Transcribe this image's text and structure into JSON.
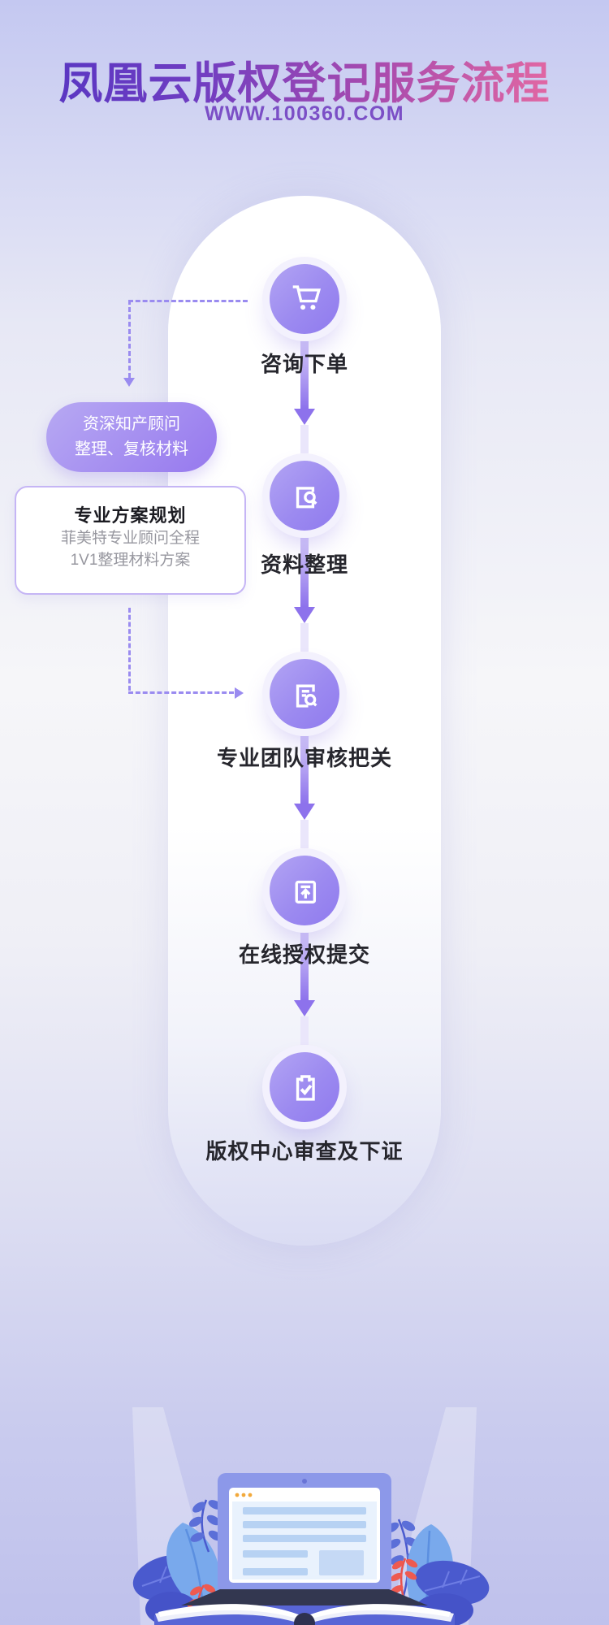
{
  "header": {
    "title": "凤凰云版权登记服务流程",
    "website": "WWW.100360.COM"
  },
  "steps": [
    {
      "label": "咨询下单",
      "icon": "cart-icon"
    },
    {
      "label": "资料整理",
      "icon": "document-search-icon"
    },
    {
      "label": "专业团队审核把关",
      "icon": "document-review-icon"
    },
    {
      "label": "在线授权提交",
      "icon": "upload-icon"
    },
    {
      "label": "版权中心审查及下证",
      "icon": "clipboard-check-icon"
    }
  ],
  "callout": {
    "badge": {
      "line1": "资深知产顾问",
      "line2": "整理、复核材料"
    },
    "card": {
      "title": "专业方案规划",
      "line1": "菲美特专业顾问全程",
      "line2": "1V1整理材料方案"
    }
  },
  "colors": {
    "title_gradient_start": "#5234c2",
    "title_gradient_end": "#f4719f",
    "accent_purple": "#8f7aee",
    "dashed_line": "#9a8bf0",
    "badge_gradient_start": "#b7a9f3",
    "badge_gradient_end": "#9678ee",
    "background_top": "#c4c8f1",
    "background_bottom": "#bfc1ec"
  }
}
